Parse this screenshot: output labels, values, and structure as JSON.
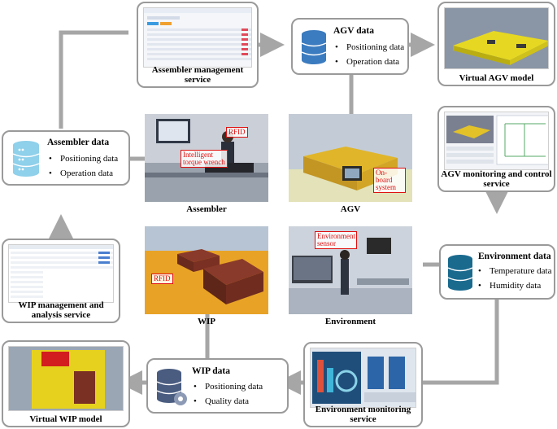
{
  "cards": {
    "assembler_mgmt": {
      "title": "Assembler management service"
    },
    "virtual_agv": {
      "title": "Virtual AGV model"
    },
    "agv_monitoring": {
      "title": "AGV monitoring and control service"
    },
    "wip_mgmt": {
      "title": "WIP management and analysis service"
    },
    "virtual_wip": {
      "title": "Virtual WIP model"
    },
    "env_monitoring": {
      "title": "Environment monitoring service"
    }
  },
  "data_cards": {
    "agv": {
      "title": "AGV data",
      "items": [
        "Positioning data",
        "Operation data"
      ],
      "icon": "database-icon",
      "color": "#3b7bbf"
    },
    "assembler": {
      "title": "Assembler data",
      "items": [
        "Positioning data",
        "Operation data"
      ],
      "icon": "database-icon",
      "color": "#8fd0ea"
    },
    "environment": {
      "title": "Environment data",
      "items": [
        "Temperature data",
        "Humidity data"
      ],
      "icon": "database-icon",
      "color": "#1a6a8e"
    },
    "wip": {
      "title": "WIP data",
      "items": [
        "Positioning data",
        "Quality data"
      ],
      "icon": "database-gear-icon",
      "color": "#4a5c80"
    }
  },
  "photos": {
    "assembler": {
      "label": "Assembler",
      "callouts": [
        "RFID",
        "Intelligent torque wrench"
      ]
    },
    "agv": {
      "label": "AGV",
      "callouts": [
        "On-board system"
      ]
    },
    "wip": {
      "label": "WIP",
      "callouts": [
        "RFID"
      ]
    },
    "environment": {
      "label": "Environment",
      "callouts": [
        "Environment sensor"
      ]
    }
  },
  "colors": {
    "arrow": "#a6a6a6",
    "callout": "#e01010",
    "border": "#9a9a9a"
  }
}
